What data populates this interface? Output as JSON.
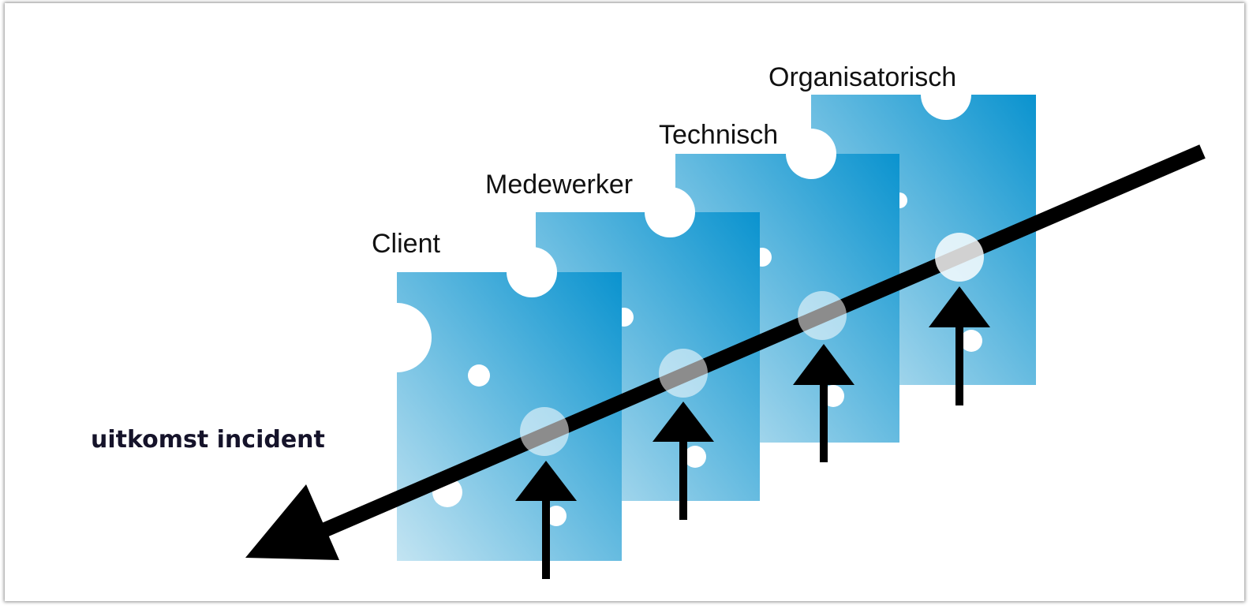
{
  "diagram": {
    "layers": [
      {
        "label": "Client"
      },
      {
        "label": "Medewerker"
      },
      {
        "label": "Technisch"
      },
      {
        "label": "Organisatorisch"
      }
    ],
    "outcome_label": "uitkomst incident",
    "colors": {
      "slice_dark": "#0a93cf",
      "slice_light": "#c3e4f2",
      "arrow": "#000000",
      "hole": "#ffffff"
    }
  }
}
